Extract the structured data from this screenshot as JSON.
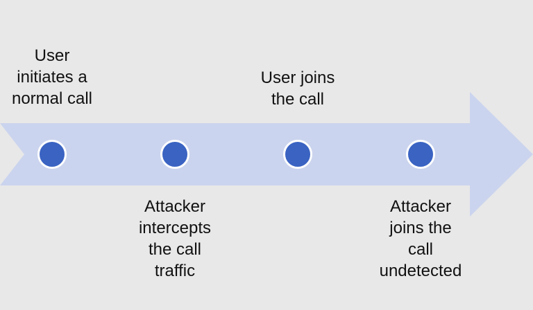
{
  "colors": {
    "background": "#e8e8e8",
    "arrow": "#cbd4ee",
    "dot": "#3a63c2",
    "dot_border": "#ffffff",
    "text": "#111111"
  },
  "timeline": {
    "events": [
      {
        "label": "User\ninitiates a\nnormal call",
        "position": "above"
      },
      {
        "label": "Attacker\nintercepts\nthe call\ntraffic",
        "position": "below"
      },
      {
        "label": "User joins\nthe call",
        "position": "above"
      },
      {
        "label": "Attacker\njoins the\ncall\nundetected",
        "position": "below"
      }
    ]
  }
}
